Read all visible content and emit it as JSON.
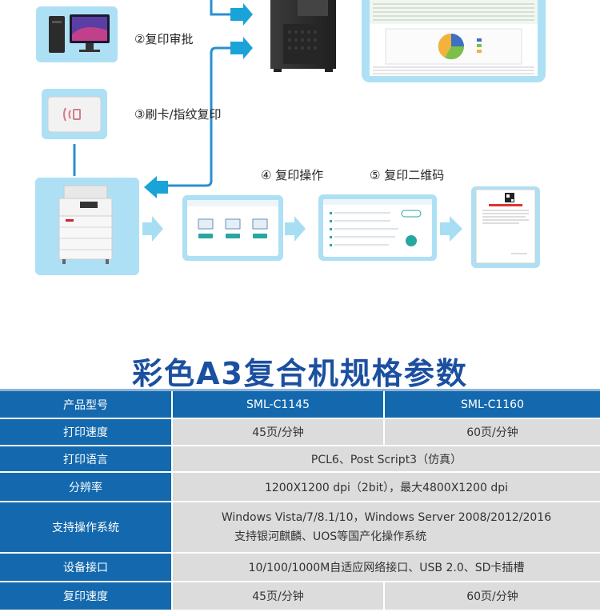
{
  "flow": {
    "steps": [
      {
        "num": "②",
        "label": "复印审批"
      },
      {
        "num": "③",
        "label": "刷卡/指纹复印"
      },
      {
        "num": "④",
        "label": "复印操作"
      },
      {
        "num": "⑤",
        "label": "复印二维码"
      }
    ],
    "colors": {
      "tile": "#aee0f5",
      "arrow": "#1aa3d9",
      "line": "#2a8fd1"
    }
  },
  "spec": {
    "title": "彩色A3复合机规格参数",
    "header": {
      "label": "产品型号",
      "model_a": "SML-C1145",
      "model_b": "SML-C1160"
    },
    "rows": {
      "print_speed": {
        "label": "打印速度",
        "a": "45页/分钟",
        "b": "60页/分钟"
      },
      "print_language": {
        "label": "打印语言",
        "value": "PCL6、Post Script3（仿真）"
      },
      "resolution": {
        "label": "分辨率",
        "value": "1200X1200 dpi（2bit），最大4800X1200 dpi"
      },
      "os": {
        "label": "支持操作系统",
        "line1": "Windows Vista/7/8.1/10，Windows Server 2008/2012/2016",
        "line2": "支持银河麒麟、UOS等国产化操作系统"
      },
      "interface": {
        "label": "设备接口",
        "value": "10/100/1000M自适应网络接口、USB 2.0、SD卡插槽"
      },
      "copy_speed": {
        "label": "复印速度",
        "a": "45页/分钟",
        "b": "60页/分钟"
      }
    },
    "colors": {
      "header_blue": "#1469ae",
      "cell_gray": "#dcdcdc",
      "title_blue": "#1b4fa0"
    }
  }
}
